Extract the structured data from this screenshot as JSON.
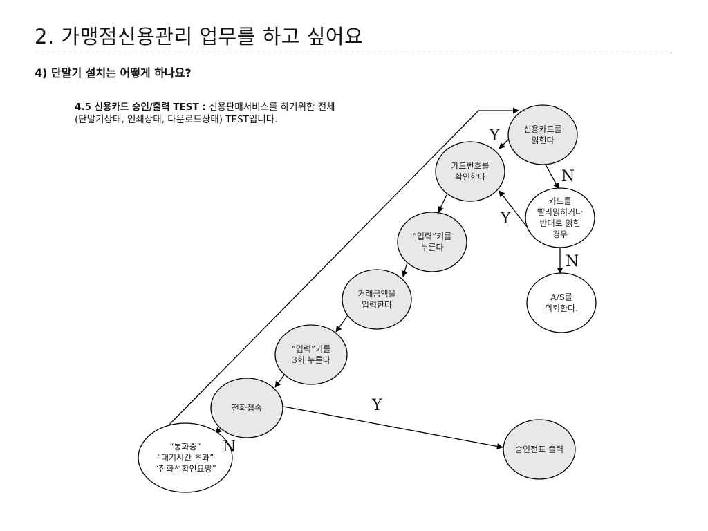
{
  "page": {
    "title": "2. 가맹점신용관리 업무를 하고 싶어요",
    "section": "4) 단말기 설치는 어떻게 하나요?",
    "description": {
      "label": "4.5 신용카드 승인/출력 TEST :",
      "text_line1": " 신용판매서비스를 하기위한 전체",
      "text_line2": "(단말기상태, 인쇄상태, 다운로드상태) TEST입니다."
    }
  },
  "diagram": {
    "nodes": [
      {
        "id": "read_card",
        "lines": [
          "신용카드를",
          "읽힌다"
        ],
        "shaded": true
      },
      {
        "id": "check_number",
        "lines": [
          "카드번호를",
          "확인한다"
        ],
        "shaded": true
      },
      {
        "id": "fast_or_reverse",
        "lines": [
          "카드를",
          "빨리읽히거나",
          "반대로 읽힌",
          "경우"
        ],
        "shaded": false
      },
      {
        "id": "press_input",
        "lines": [
          "“입력”키를",
          "누른다"
        ],
        "shaded": true
      },
      {
        "id": "request_as",
        "lines": [
          "A/S를",
          "의뢰한다."
        ],
        "shaded": false
      },
      {
        "id": "enter_amount",
        "lines": [
          "거래금액을",
          "입력한다"
        ],
        "shaded": true
      },
      {
        "id": "press_input_3",
        "lines": [
          "“입력”키를",
          "3회 누른다"
        ],
        "shaded": true
      },
      {
        "id": "connect_call",
        "lines": [
          "전화접속"
        ],
        "shaded": true
      },
      {
        "id": "print_receipt",
        "lines": [
          "승인전표 출력"
        ],
        "shaded": true
      },
      {
        "id": "busy",
        "lines": [
          "“통화중”",
          "“대기시간 초과”",
          "“전화선확인요망”"
        ],
        "shaded": false
      }
    ],
    "edges": [
      {
        "id": "read_to_check",
        "label": "Y"
      },
      {
        "id": "read_to_fast",
        "label": "N"
      },
      {
        "id": "fast_to_check",
        "label": "Y"
      },
      {
        "id": "fast_to_as",
        "label": "N"
      },
      {
        "id": "check_to_press",
        "label": ""
      },
      {
        "id": "press_to_amount",
        "label": ""
      },
      {
        "id": "amount_to_press3",
        "label": ""
      },
      {
        "id": "press3_to_connect",
        "label": ""
      },
      {
        "id": "connect_to_print",
        "label": "Y"
      },
      {
        "id": "connect_to_busy",
        "label": "N"
      },
      {
        "id": "busy_to_read",
        "label": ""
      }
    ],
    "colors": {
      "shaded_fill": "#e8e8e8",
      "plain_fill": "#ffffff",
      "stroke": "#000000"
    }
  }
}
